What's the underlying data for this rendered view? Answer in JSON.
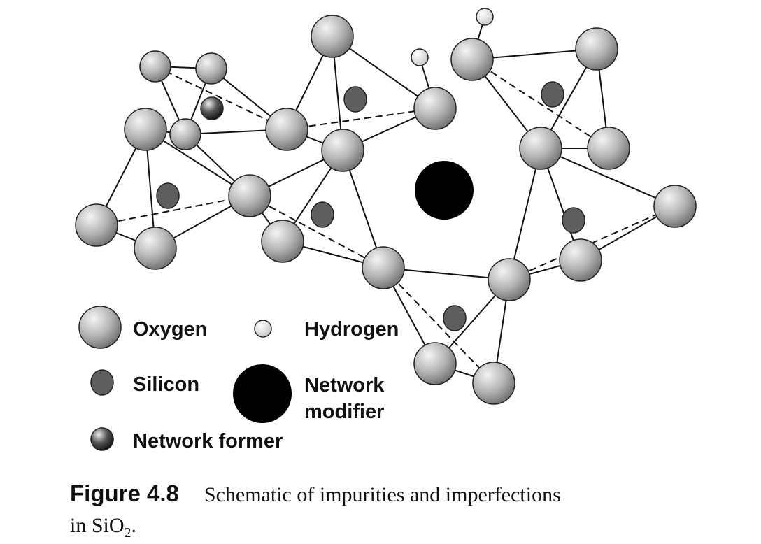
{
  "legend": {
    "oxygen": "Oxygen",
    "hydrogen": "Hydrogen",
    "silicon": "Silicon",
    "network_modifier_1": "Network",
    "network_modifier_2": "modifier",
    "network_former": "Network former"
  },
  "caption": {
    "figure_label": "Figure 4.8",
    "text": "Schematic of impurities and imperfections",
    "line2_prefix": "in SiO",
    "subscript": "2",
    "line2_suffix": "."
  },
  "colors": {
    "oxygen": "#b0b0b0",
    "silicon": "#5e5e5e",
    "modifier": "#000000",
    "hydrogen": "#e6e6e6"
  }
}
